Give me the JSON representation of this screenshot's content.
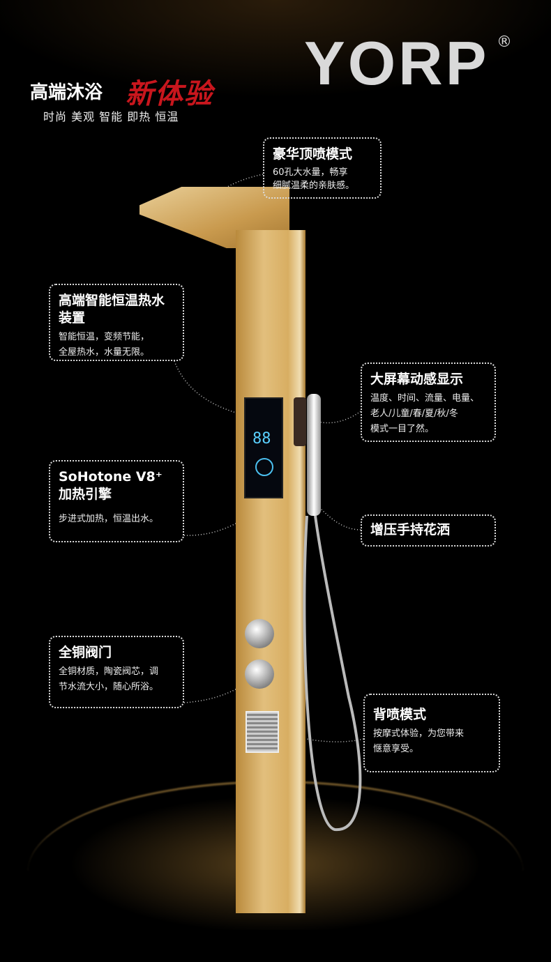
{
  "brand": {
    "logo": "YORP",
    "registered": "®"
  },
  "header": {
    "title_white": "高端沐浴",
    "title_red": "新体验",
    "subtitle": "时尚 美观 智能 即热 恒温"
  },
  "callouts": [
    {
      "title": "豪华顶喷模式",
      "lines": [
        "60孔大水量，畅享",
        "细腻温柔的亲肤感。"
      ]
    },
    {
      "title": "高端智能恒温热水装置",
      "lines": [
        "智能恒温，变频节能，",
        "全屋热水，水量无限。"
      ]
    },
    {
      "title": "大屏幕动感显示",
      "lines": [
        "温度、时间、流量、电量、",
        "老人/儿童/春/夏/秋/冬",
        "模式一目了然。"
      ]
    },
    {
      "title": "SoHotone V8⁺",
      "title2": "加热引擎",
      "lines": [
        "步进式加热，恒温出水。"
      ]
    },
    {
      "title": "增压手持花洒",
      "lines": []
    },
    {
      "title": "全铜阀门",
      "lines": [
        "全铜材质，陶瓷阀芯，调",
        "节水流大小，随心所浴。"
      ]
    },
    {
      "title": "背喷模式",
      "lines": [
        "按摩式体验，为您带来",
        "惬意享受。"
      ]
    }
  ],
  "screen": {
    "digits": "88"
  }
}
